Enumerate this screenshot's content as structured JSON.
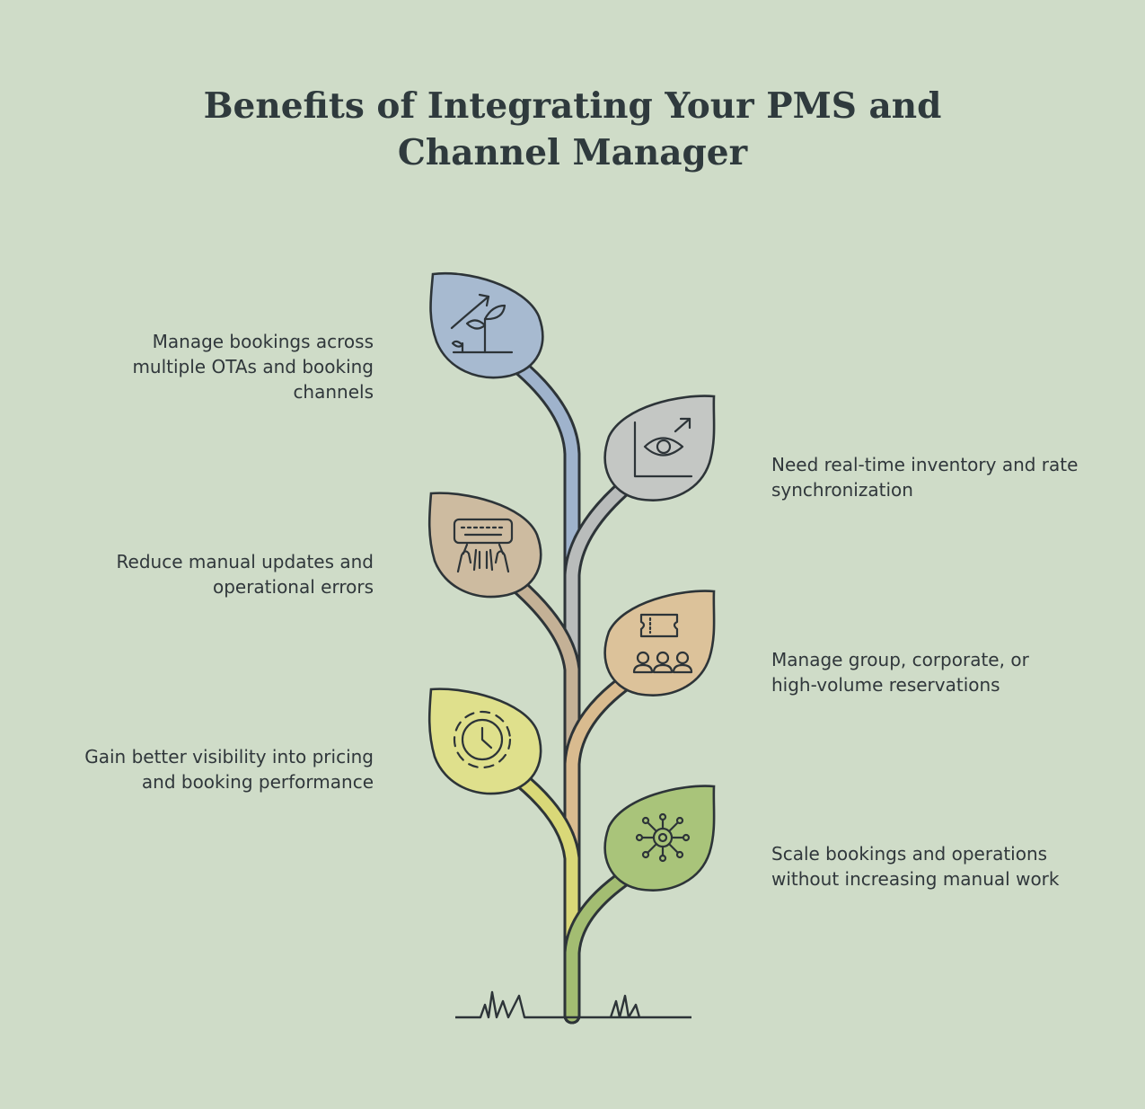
{
  "title": {
    "line1": "Benefits of Integrating Your PMS and",
    "line2": "Channel Manager"
  },
  "benefits": [
    {
      "text_line1": "Manage bookings across",
      "text_line2": "multiple OTAs and booking",
      "text_line3": "channels",
      "side": "left",
      "icon": "growth-plant-icon",
      "leaf_color": "#a7bad0"
    },
    {
      "text_line1": "Need real-time inventory and rate",
      "text_line2": "synchronization",
      "side": "right",
      "icon": "eye-chart-icon",
      "leaf_color": "#c4c7c4"
    },
    {
      "text_line1": "Reduce manual updates and",
      "text_line2": "operational errors",
      "side": "left",
      "icon": "typing-keyboard-icon",
      "leaf_color": "#cdbba0"
    },
    {
      "text_line1": "Manage group, corporate, or",
      "text_line2": "high-volume reservations",
      "side": "right",
      "icon": "group-ticket-icon",
      "leaf_color": "#dcc29a"
    },
    {
      "text_line1": "Gain better visibility into pricing",
      "text_line2": "and booking performance",
      "side": "left",
      "icon": "clock-icon",
      "leaf_color": "#dfe08c"
    },
    {
      "text_line1": "Scale bookings and operations",
      "text_line2": "without increasing manual work",
      "side": "right",
      "icon": "network-gear-icon",
      "leaf_color": "#a9c47a"
    }
  ]
}
